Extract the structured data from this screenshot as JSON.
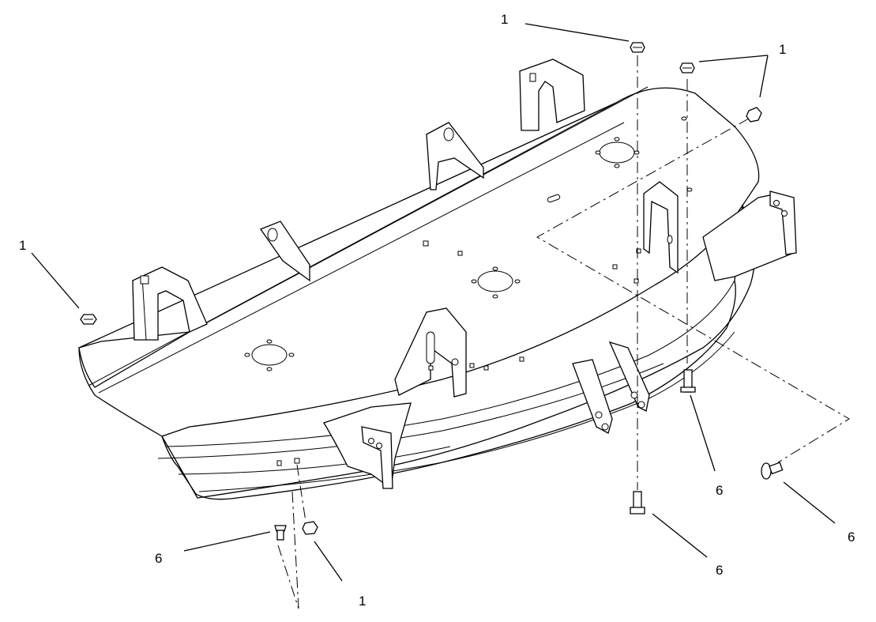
{
  "callouts": {
    "c1": "1",
    "c2": "1",
    "c3": "1",
    "c4": "1",
    "c5": "6",
    "c6": "6",
    "c7": "6",
    "c8": "6"
  },
  "parts": {
    "p1": "flange-nut-icon",
    "p6": "carriage-bolt-icon"
  }
}
